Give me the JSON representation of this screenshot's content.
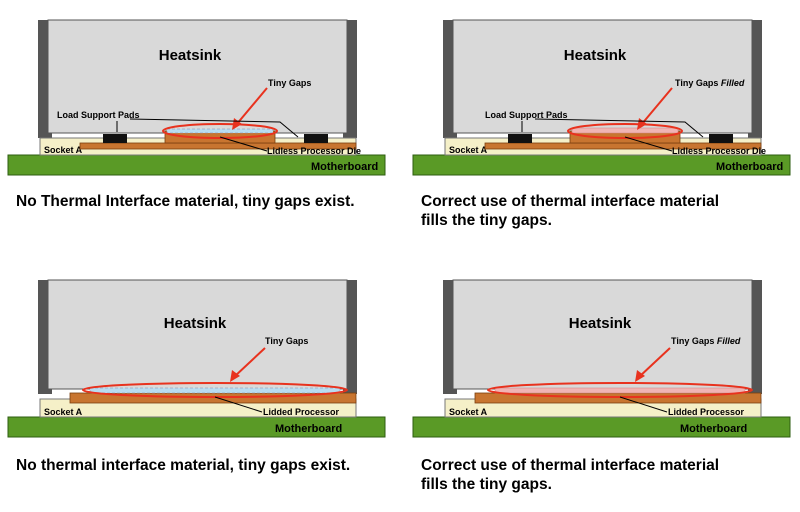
{
  "colors": {
    "heatsink_fill": "#d9d9d9",
    "heatsink_stroke": "#555555",
    "motherboard": "#5a9a26",
    "socket": "#f5f0c8",
    "processor": "#c87530",
    "gap_marker": "#e8321e",
    "gap_filled": "#f0b4b4",
    "gap_empty": "#b8dcf0"
  },
  "panels": [
    {
      "heatsink_label": "Heatsink",
      "gaps_label": "Tiny Gaps",
      "gaps_suffix": "",
      "pads_label": "Load Support Pads",
      "processor_label": "Lidless Processor Die",
      "socket_label": "Socket A",
      "motherboard_label": "Motherboard",
      "caption_line1": "No Thermal Interface material, tiny gaps exist.",
      "caption_line2": ""
    },
    {
      "heatsink_label": "Heatsink",
      "gaps_label": "Tiny Gaps",
      "gaps_suffix": "Filled",
      "pads_label": "Load Support Pads",
      "processor_label": "Lidless Processor Die",
      "socket_label": "Socket A",
      "motherboard_label": "Motherboard",
      "caption_line1": "Correct use of thermal interface material",
      "caption_line2": "fills the tiny gaps."
    },
    {
      "heatsink_label": "Heatsink",
      "gaps_label": "Tiny Gaps",
      "gaps_suffix": "",
      "processor_label": "Lidded Processor",
      "socket_label": "Socket A",
      "motherboard_label": "Motherboard",
      "caption_line1": "No thermal interface material, tiny gaps exist.",
      "caption_line2": ""
    },
    {
      "heatsink_label": "Heatsink",
      "gaps_label": "Tiny Gaps",
      "gaps_suffix": "Filled",
      "processor_label": "Lidded Processor",
      "socket_label": "Socket A",
      "motherboard_label": "Motherboard",
      "caption_line1": "Correct use of thermal interface material",
      "caption_line2": "fills the tiny gaps."
    }
  ]
}
